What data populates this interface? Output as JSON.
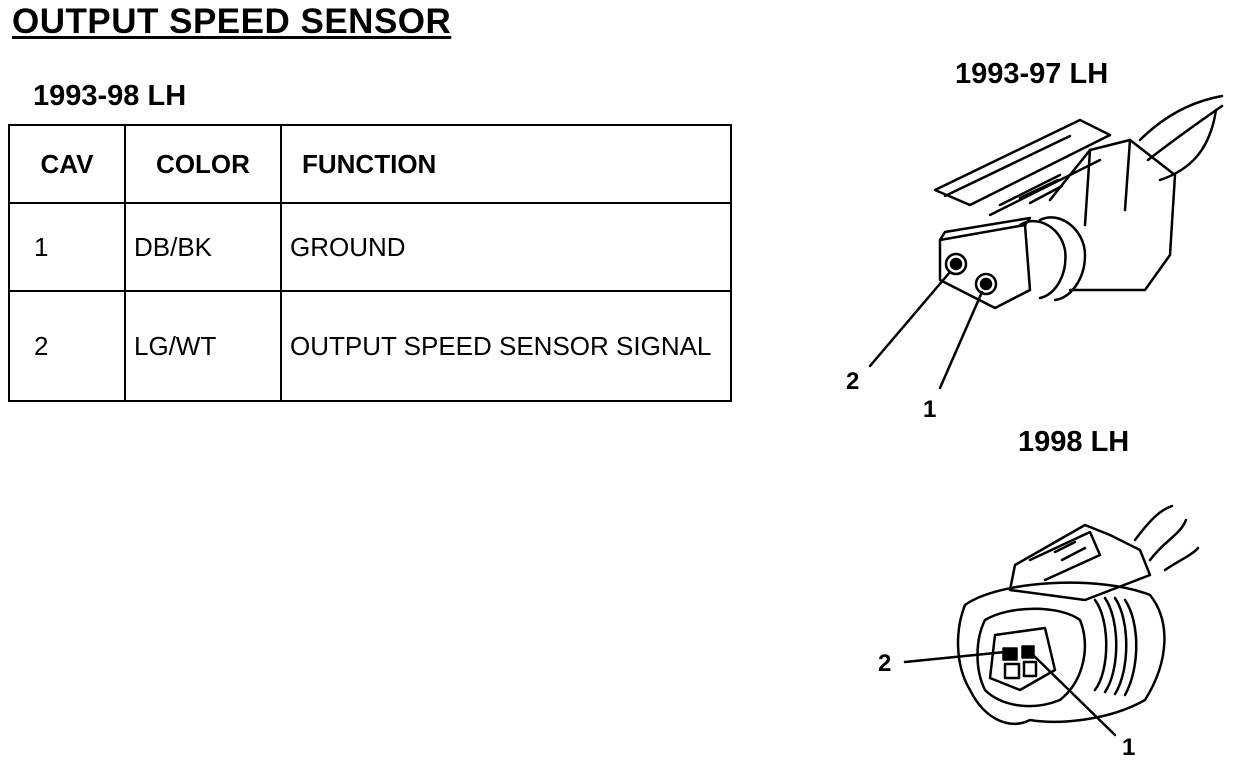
{
  "title": "OUTPUT SPEED SENSOR",
  "table": {
    "title": "1993-98 LH",
    "headers": {
      "cav": "CAV",
      "color": "COLOR",
      "function": "FUNCTION"
    },
    "rows": [
      {
        "cav": "1",
        "color": "DB/BK",
        "function": "GROUND"
      },
      {
        "cav": "2",
        "color": "LG/WT",
        "function": "OUTPUT SPEED SENSOR SIGNAL"
      }
    ]
  },
  "views": [
    {
      "title": "1993-97 LH",
      "callouts": [
        "2",
        "1"
      ]
    },
    {
      "title": "1998 LH",
      "callouts": [
        "2",
        "1"
      ]
    }
  ]
}
